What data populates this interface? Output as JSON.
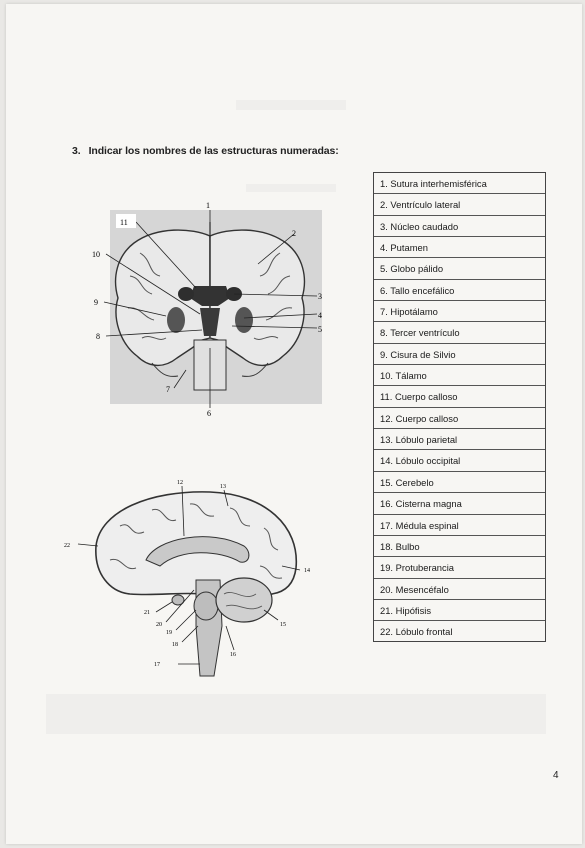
{
  "question": {
    "number": "3.",
    "text": "Indicar los nombres de las estructuras numeradas:"
  },
  "answers": [
    "1. Sutura interhemisférica",
    "2. Ventrículo lateral",
    "3. Núcleo caudado",
    "4. Putamen",
    "5. Globo pálido",
    "6. Tallo encefálico",
    "7. Hipotálamo",
    "8. Tercer ventrículo",
    "9. Cisura de Silvio",
    "10. Tálamo",
    "11. Cuerpo calloso",
    "12. Cuerpo calloso",
    "13. Lóbulo parietal",
    "14. Lóbulo occipital",
    "15. Cerebelo",
    "16. Cisterna magna",
    "17. Médula espinal",
    "18. Bulbo",
    "19. Protuberancia",
    "20. Mesencéfalo",
    "21. Hipófisis",
    "22. Lóbulo frontal"
  ],
  "coronal_labels": {
    "l1": "1",
    "l2": "2",
    "l3": "3",
    "l4": "4",
    "l5": "5",
    "l6": "6",
    "l7": "7",
    "l8": "8",
    "l9": "9",
    "l10": "10",
    "l11": "11"
  },
  "sagittal_labels": {
    "l12": "12",
    "l13": "13",
    "l14": "14",
    "l15": "15",
    "l16": "16",
    "l17": "17",
    "l18": "18",
    "l19": "19",
    "l20": "20",
    "l21": "21",
    "l22": "22"
  },
  "page_number": "4",
  "colors": {
    "paper": "#f7f6f3",
    "ink": "#1a1a1a",
    "figure_gray": "#cfcfcf"
  }
}
